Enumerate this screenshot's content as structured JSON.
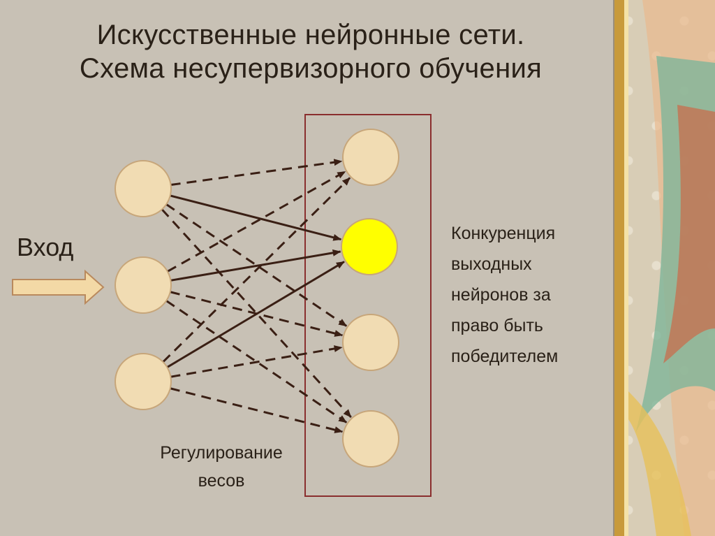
{
  "title": {
    "line1": "Искусственные нейронные сети.",
    "line2": "Схема несупервизорного обучения"
  },
  "labels": {
    "input": "Вход",
    "competition": [
      "Конкуренция",
      "выходных",
      "нейронов за",
      "право быть",
      "победителем"
    ],
    "weights": [
      "Регулирование",
      "весов"
    ]
  },
  "colors": {
    "node_fill": "#f1dcb3",
    "node_stroke": "#c7a67a",
    "winner_fill": "#ffff00",
    "line": "#3a1f14",
    "box": "#8a2e2e",
    "arrow_fill": "#f3d9a6",
    "arrow_stroke": "#b9895d"
  },
  "network": {
    "inputs": [
      "i1",
      "i2",
      "i3"
    ],
    "outputs": [
      "o1",
      "o2",
      "o3",
      "o4"
    ],
    "winner": "o2",
    "connections": [
      {
        "from": "i1",
        "to": "o1",
        "style": "dashed"
      },
      {
        "from": "i1",
        "to": "o2",
        "style": "solid"
      },
      {
        "from": "i1",
        "to": "o3",
        "style": "dashed"
      },
      {
        "from": "i1",
        "to": "o4",
        "style": "dashed"
      },
      {
        "from": "i2",
        "to": "o1",
        "style": "dashed"
      },
      {
        "from": "i2",
        "to": "o2",
        "style": "solid"
      },
      {
        "from": "i2",
        "to": "o3",
        "style": "dashed"
      },
      {
        "from": "i2",
        "to": "o4",
        "style": "dashed"
      },
      {
        "from": "i3",
        "to": "o1",
        "style": "dashed"
      },
      {
        "from": "i3",
        "to": "o2",
        "style": "solid"
      },
      {
        "from": "i3",
        "to": "o3",
        "style": "dashed"
      },
      {
        "from": "i3",
        "to": "o4",
        "style": "dashed"
      }
    ]
  }
}
